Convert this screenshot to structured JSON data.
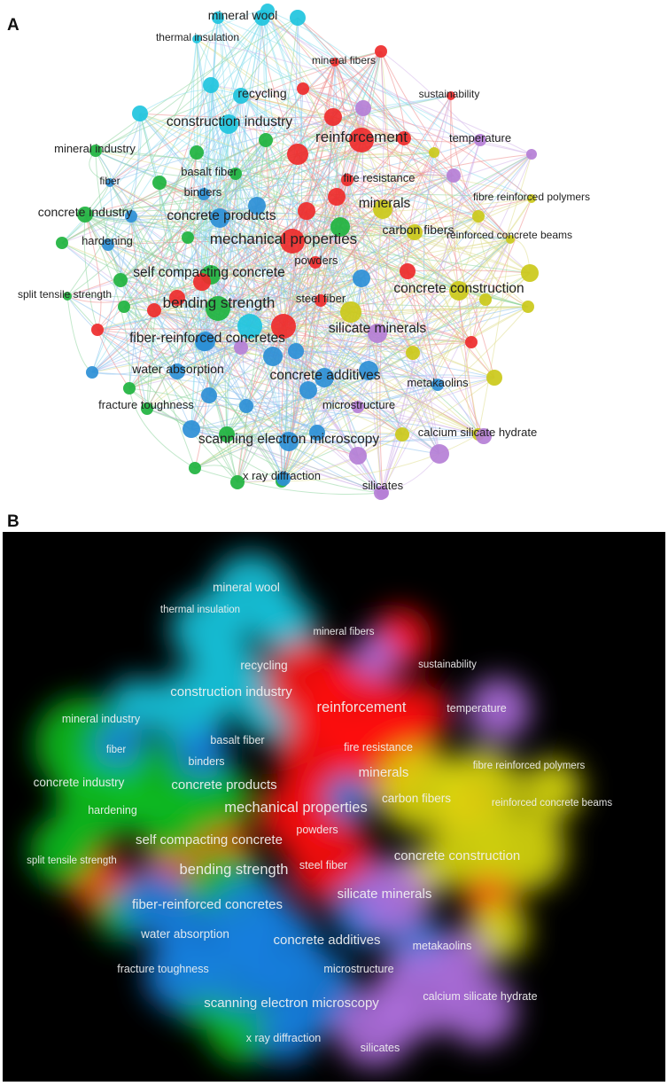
{
  "panels": [
    {
      "letter": "A"
    },
    {
      "letter": "B"
    }
  ],
  "clusters": {
    "red": "#ee2b2b",
    "green": "#1fb33f",
    "blue": "#2c8fd6",
    "cyan": "#1fc4de",
    "yellow": "#cbc91a",
    "purple": "#b57fd6"
  },
  "link_colors": [
    "#ef8e8e",
    "#8fd6a0",
    "#8fc3ee",
    "#8fe0ee",
    "#e0df8f",
    "#d4b6ea"
  ],
  "heat_colors": {
    "red": "#ff1010",
    "green": "#10c020",
    "blue": "#1a7fe0",
    "cyan": "#19c8e0",
    "yellow": "#dcdc10",
    "purple": "#b070e0"
  },
  "keywords": [
    {
      "text": "mineral wool",
      "cluster": "cyan",
      "weight": 3
    },
    {
      "text": "thermal insulation",
      "cluster": "cyan",
      "weight": 1
    },
    {
      "text": "mineral fibers",
      "cluster": "red",
      "weight": 1
    },
    {
      "text": "recycling",
      "cluster": "cyan",
      "weight": 3
    },
    {
      "text": "sustainability",
      "cluster": "red",
      "weight": 1
    },
    {
      "text": "construction industry",
      "cluster": "cyan",
      "weight": 4
    },
    {
      "text": "reinforcement",
      "cluster": "red",
      "weight": 5
    },
    {
      "text": "temperature",
      "cluster": "purple",
      "weight": 2
    },
    {
      "text": "mineral industry",
      "cluster": "green",
      "weight": 2
    },
    {
      "text": "basalt fiber",
      "cluster": "green",
      "weight": 2
    },
    {
      "text": "fiber",
      "cluster": "blue",
      "weight": 1
    },
    {
      "text": "fire resistance",
      "cluster": "red",
      "weight": 2
    },
    {
      "text": "binders",
      "cluster": "blue",
      "weight": 2
    },
    {
      "text": "fibre reinforced polymers",
      "cluster": "yellow",
      "weight": 1
    },
    {
      "text": "minerals",
      "cluster": "yellow",
      "weight": 4
    },
    {
      "text": "concrete industry",
      "cluster": "green",
      "weight": 3
    },
    {
      "text": "concrete products",
      "cluster": "blue",
      "weight": 4
    },
    {
      "text": "carbon fibers",
      "cluster": "yellow",
      "weight": 3
    },
    {
      "text": "hardening",
      "cluster": "blue",
      "weight": 2
    },
    {
      "text": "mechanical properties",
      "cluster": "red",
      "weight": 5
    },
    {
      "text": "reinforced concrete beams",
      "cluster": "yellow",
      "weight": 1
    },
    {
      "text": "powders",
      "cluster": "red",
      "weight": 2
    },
    {
      "text": "self compacting concrete",
      "cluster": "green",
      "weight": 4
    },
    {
      "text": "split tensile strength",
      "cluster": "green",
      "weight": 1
    },
    {
      "text": "concrete construction",
      "cluster": "yellow",
      "weight": 4
    },
    {
      "text": "bending strength",
      "cluster": "green",
      "weight": 5
    },
    {
      "text": "steel fiber",
      "cluster": "red",
      "weight": 2
    },
    {
      "text": "silicate minerals",
      "cluster": "purple",
      "weight": 4
    },
    {
      "text": "fiber-reinforced concretes",
      "cluster": "blue",
      "weight": 4
    },
    {
      "text": "water absorption",
      "cluster": "blue",
      "weight": 3
    },
    {
      "text": "concrete additives",
      "cluster": "blue",
      "weight": 4
    },
    {
      "text": "metakaolins",
      "cluster": "blue",
      "weight": 2
    },
    {
      "text": "fracture toughness",
      "cluster": "green",
      "weight": 2
    },
    {
      "text": "microstructure",
      "cluster": "purple",
      "weight": 2
    },
    {
      "text": "calcium silicate hydrate",
      "cluster": "yellow",
      "weight": 2
    },
    {
      "text": "scanning electron microscopy",
      "cluster": "blue",
      "weight": 4
    },
    {
      "text": "x ray diffraction",
      "cluster": "green",
      "weight": 2
    },
    {
      "text": "silicates",
      "cluster": "purple",
      "weight": 2
    }
  ]
}
